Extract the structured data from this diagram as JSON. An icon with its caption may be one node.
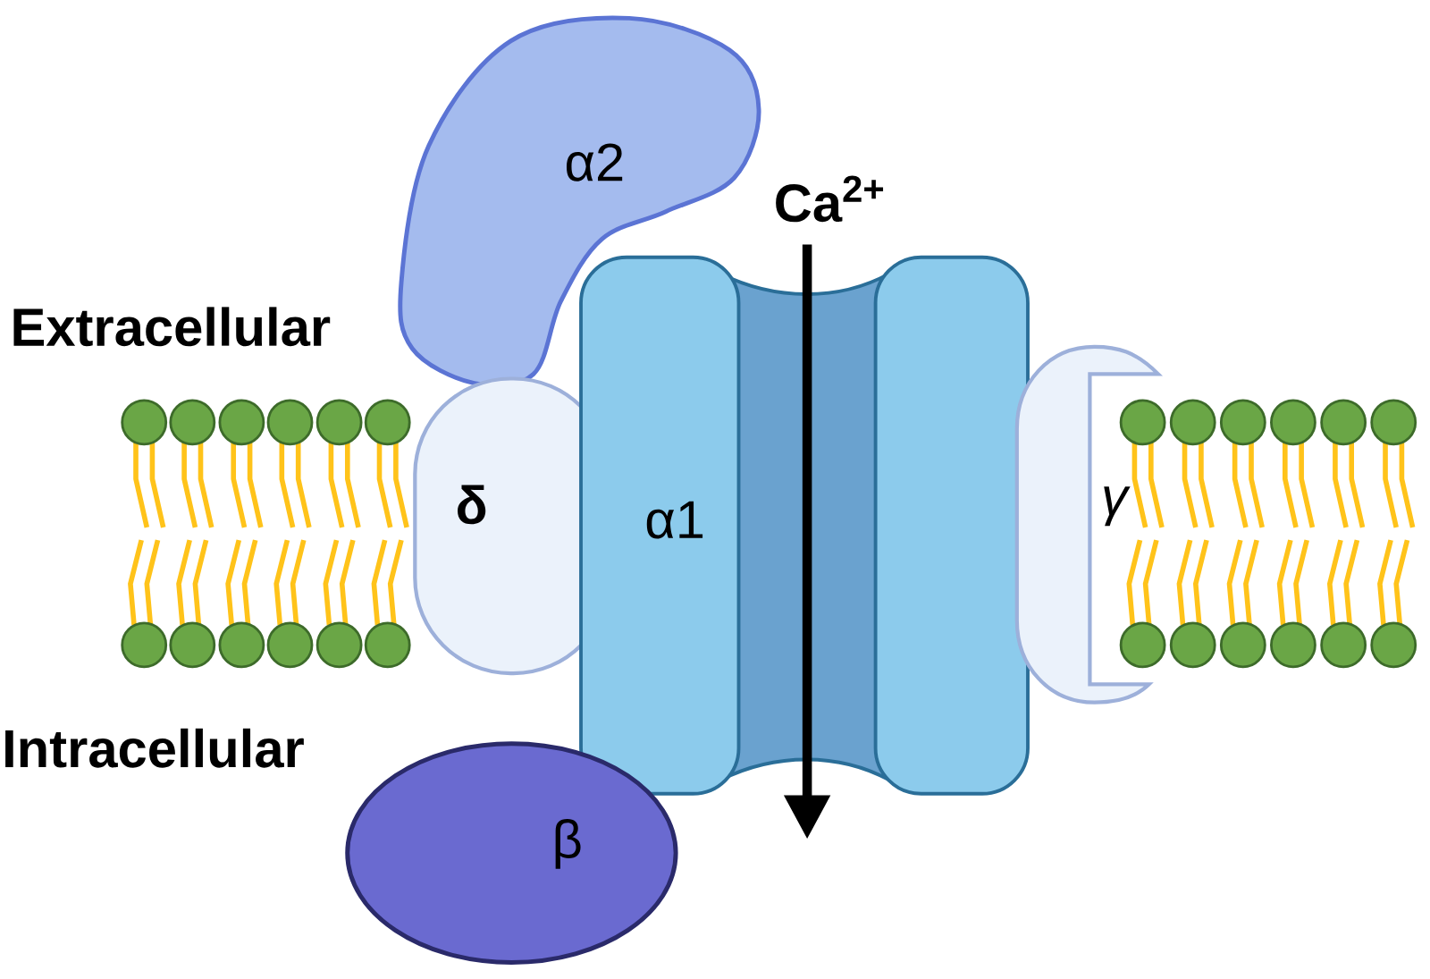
{
  "diagram": {
    "nodes": [
      {
        "text": [
          "α2"
        ]
      },
      {
        "text": [
          "δ"
        ]
      },
      {
        "text": [
          "α1"
        ]
      },
      {
        "text": [
          "γ"
        ]
      },
      {
        "text": [
          "β"
        ]
      }
    ],
    "labels": [
      "Extracellular",
      "Intracellular",
      "Ca$^{2+}$"
    ]
  }
}
